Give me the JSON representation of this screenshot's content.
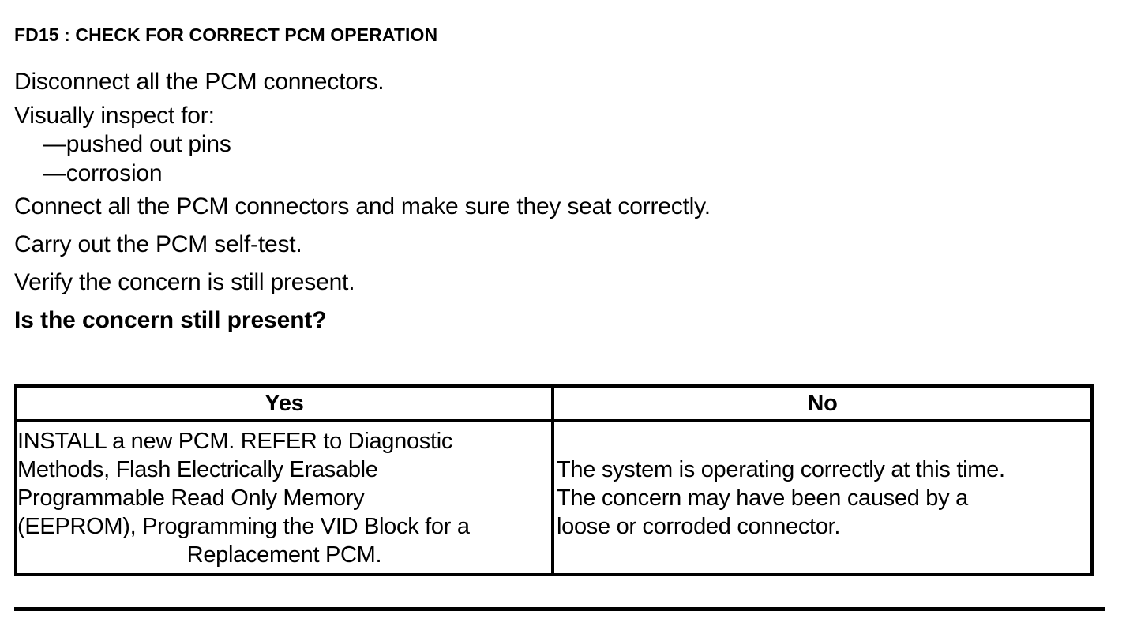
{
  "document": {
    "step_title": "FD15 : CHECK FOR CORRECT PCM OPERATION",
    "instructions": [
      {
        "text": "Disconnect all the PCM connectors.",
        "style": "normal"
      },
      {
        "text": "Visually inspect for:",
        "style": "normal"
      },
      {
        "text": "—pushed out pins",
        "style": "sub"
      },
      {
        "text": "—corrosion",
        "style": "sub"
      },
      {
        "text": "Connect all the PCM connectors and make sure they seat correctly.",
        "style": "normal"
      },
      {
        "text": "Carry out the PCM self-test.",
        "style": "normal"
      },
      {
        "text": "Verify the concern is still present.",
        "style": "normal"
      },
      {
        "text": "Is the concern still present?",
        "style": "question"
      }
    ]
  },
  "decision_table": {
    "headers": {
      "yes": "Yes",
      "no": "No"
    },
    "yes_cell": {
      "lines": [
        "INSTALL a new PCM. REFER to Diagnostic",
        "Methods,  Flash Electrically Erasable",
        "Programmable Read Only Memory",
        "(EEPROM), Programming the VID Block for a",
        "Replacement PCM."
      ]
    },
    "no_cell": {
      "lines": [
        "The system is operating correctly at this time.",
        "The concern may have been caused by a",
        "loose or corroded connector."
      ]
    }
  },
  "colors": {
    "ink": "#000000",
    "paper": "#ffffff"
  }
}
